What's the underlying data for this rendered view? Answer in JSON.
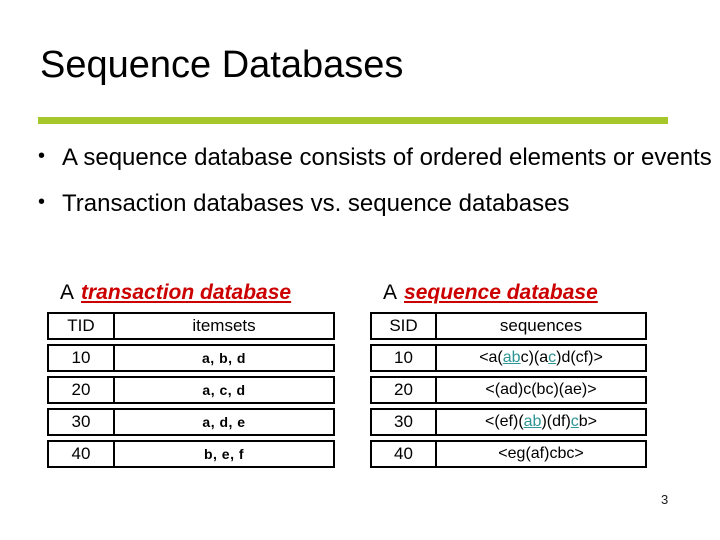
{
  "slide": {
    "title": "Sequence Databases",
    "page_number": "3",
    "accent_color": "#A5C72B",
    "bullets": [
      "A sequence database consists of ordered elements or events",
      "Transaction databases vs. sequence databases"
    ]
  },
  "tables": {
    "caption_color": "#CC0000",
    "highlight_color": "#2E9494",
    "transaction": {
      "caption_prefix": "A",
      "caption_title": "transaction database",
      "headers": [
        "TID",
        "itemsets"
      ],
      "rows": [
        {
          "id": "10",
          "segments": [
            {
              "text": "a, b, d",
              "highlight": false
            }
          ]
        },
        {
          "id": "20",
          "segments": [
            {
              "text": "a, c, d",
              "highlight": false
            }
          ]
        },
        {
          "id": "30",
          "segments": [
            {
              "text": "a, d, e",
              "highlight": false
            }
          ]
        },
        {
          "id": "40",
          "segments": [
            {
              "text": "b, e, f",
              "highlight": false
            }
          ]
        }
      ]
    },
    "sequence": {
      "caption_prefix": "A",
      "caption_title": "sequence database",
      "headers": [
        "SID",
        "sequences"
      ],
      "rows": [
        {
          "id": "10",
          "segments": [
            {
              "text": "<a(",
              "highlight": false
            },
            {
              "text": "ab",
              "highlight": true
            },
            {
              "text": "c)(a",
              "highlight": false
            },
            {
              "text": "c",
              "highlight": true
            },
            {
              "text": ")d(cf)>",
              "highlight": false
            }
          ]
        },
        {
          "id": "20",
          "segments": [
            {
              "text": "<(ad)c(bc)(ae)>",
              "highlight": false
            }
          ]
        },
        {
          "id": "30",
          "segments": [
            {
              "text": "<(ef)(",
              "highlight": false
            },
            {
              "text": "ab",
              "highlight": true
            },
            {
              "text": ")(df)",
              "highlight": false
            },
            {
              "text": "c",
              "highlight": true
            },
            {
              "text": "b>",
              "highlight": false
            }
          ]
        },
        {
          "id": "40",
          "segments": [
            {
              "text": "<eg(af)cbc>",
              "highlight": false
            }
          ]
        }
      ]
    }
  }
}
